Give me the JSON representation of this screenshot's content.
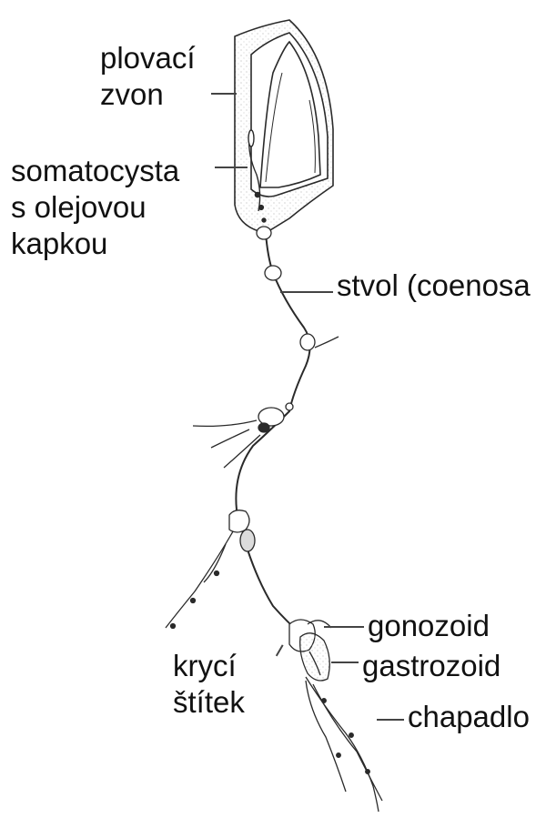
{
  "labels": {
    "plovaci_zvon": [
      "plovací",
      "zvon"
    ],
    "somatocysta": [
      "somatocysta",
      "s olejovou",
      "kapkou"
    ],
    "stvol": "stvol (coenosa",
    "gonozoid": "gonozoid",
    "gastrozoid": "gastrozoid",
    "kryci_stitek": [
      "krycí",
      "štítek"
    ],
    "chapadlo": "chapadlo"
  },
  "colors": {
    "ink": "#2a2a2a",
    "text": "#111111",
    "stipple": "#9a9a9a"
  }
}
